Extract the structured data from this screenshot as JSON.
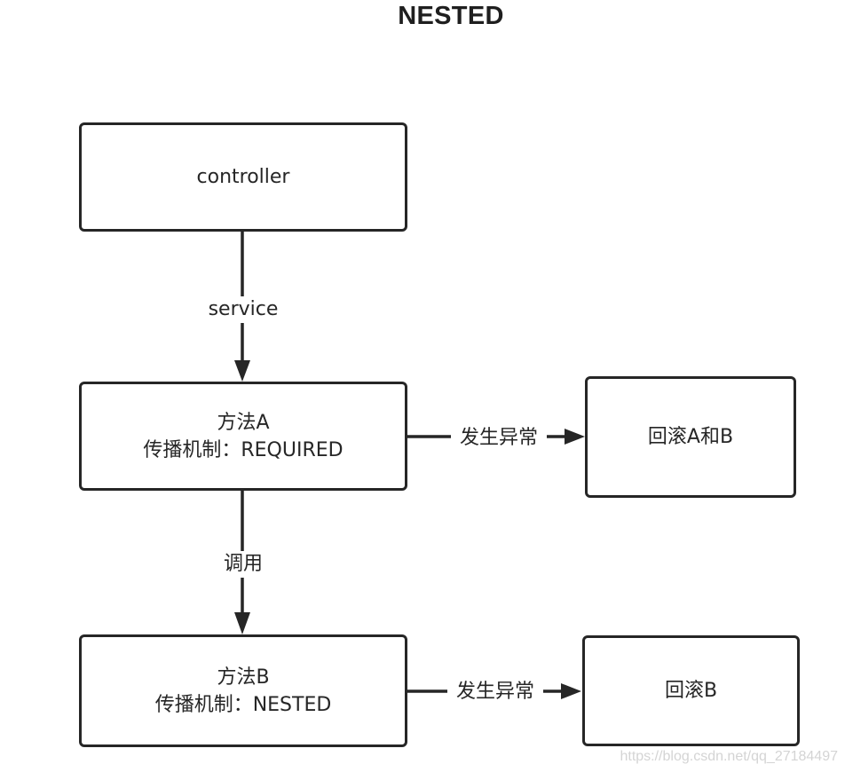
{
  "title": "NESTED",
  "nodes": {
    "controller": {
      "text": "controller"
    },
    "method_a": {
      "line1": "方法A",
      "line2": "传播机制：REQUIRED"
    },
    "rollback_ab": {
      "text": "回滚A和B"
    },
    "method_b": {
      "line1": "方法B",
      "line2": "传播机制：NESTED"
    },
    "rollback_b": {
      "text": "回滚B"
    }
  },
  "edges": {
    "service": "service",
    "invoke": "调用",
    "exception_a": "发生异常",
    "exception_b": "发生异常"
  },
  "watermark": "https://blog.csdn.net/qq_27184497",
  "colors": {
    "stroke": "#262626",
    "text": "#262626",
    "background": "#ffffff",
    "watermark": "#d4d4d4"
  }
}
